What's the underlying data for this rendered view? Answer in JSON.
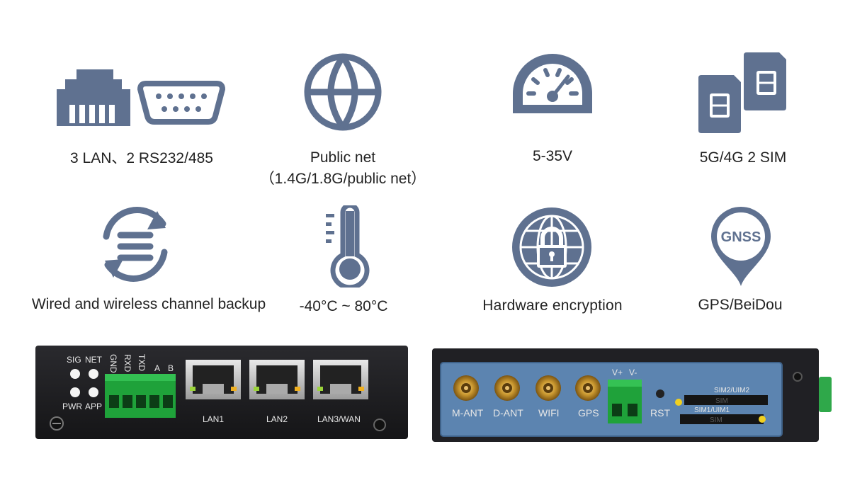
{
  "colors": {
    "icon": "#5f7190",
    "device_body": "#1f1f22",
    "terminal_green": "#1fa23a",
    "sma_gold": "#c8962e"
  },
  "features": [
    {
      "icon": "ethernet-serial-ports-icon",
      "label": "3 LAN、2 RS232/485"
    },
    {
      "icon": "globe-icon",
      "label": "Public net",
      "sublabel": "（1.4G/1.8G/public net）"
    },
    {
      "icon": "speedometer-icon",
      "label": "5-35V"
    },
    {
      "icon": "dual-sim-icon",
      "label": "5G/4G 2 SIM"
    },
    {
      "icon": "sync-backup-icon",
      "label": "Wired and wireless channel backup"
    },
    {
      "icon": "thermometer-icon",
      "label": "-40°C ~ 80°C"
    },
    {
      "icon": "encryption-lock-globe-icon",
      "label": "Hardware encryption"
    },
    {
      "icon": "gnss-pin-icon",
      "label": "GPS/BeiDou",
      "badge": "GNSS"
    }
  ],
  "front_panel": {
    "leds": [
      "SIG",
      "NET",
      "PWR",
      "APP"
    ],
    "terminal_pins": [
      "GND",
      "RXD",
      "TXD",
      "A",
      "B"
    ],
    "ports": [
      "LAN1",
      "LAN2",
      "LAN3/WAN"
    ]
  },
  "rear_panel": {
    "antennas": [
      "M-ANT",
      "D-ANT",
      "WIFI",
      "GPS"
    ],
    "power_labels": [
      "V+",
      "V-"
    ],
    "reset_label": "RST",
    "sim_slots": [
      {
        "label": "SIM2/UIM2",
        "text": "SIM"
      },
      {
        "label": "SIM1/UIM1",
        "text": "SIM"
      }
    ]
  }
}
